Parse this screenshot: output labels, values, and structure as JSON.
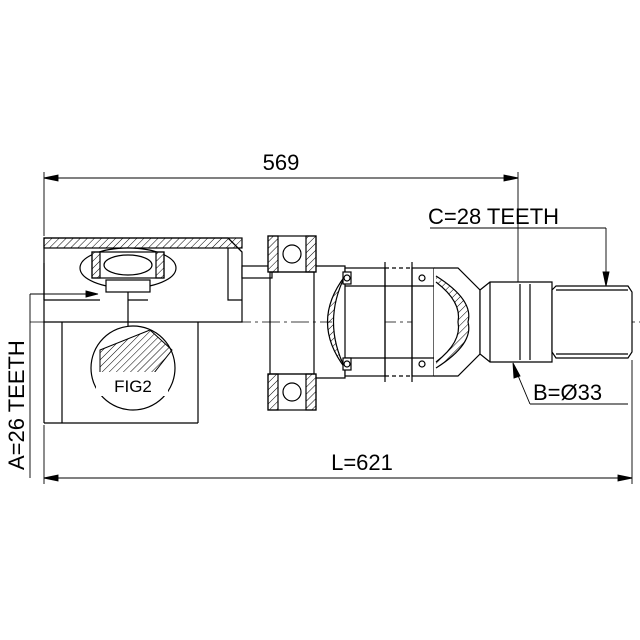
{
  "dimensions": {
    "overall_length": "569",
    "total_length": "L=621",
    "spline_a": "A=26 TEETH",
    "diameter_b": "B=Ø33",
    "spline_c": "C=28 TEETH"
  },
  "figure_callout": "FIG2",
  "colors": {
    "line": "#000000",
    "background": "#ffffff"
  }
}
